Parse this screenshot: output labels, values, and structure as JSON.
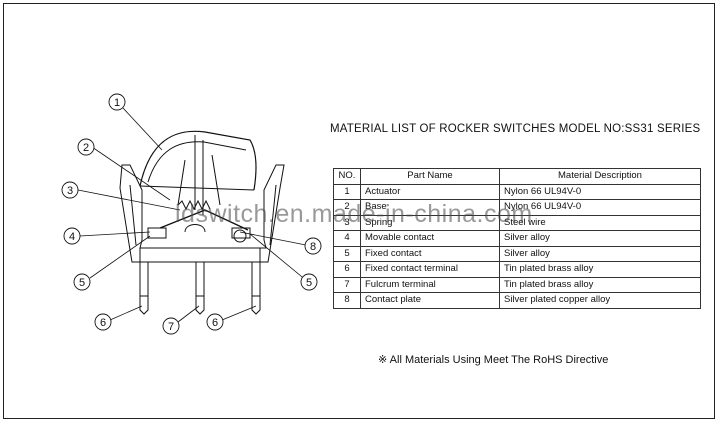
{
  "title": "MATERIAL LIST OF ROCKER SWITCHES MODEL NO:SS31 SERIES",
  "table": {
    "headers": [
      "NO.",
      "Part Name",
      "Material Description"
    ],
    "rows": [
      {
        "no": "1",
        "part": "Actuator",
        "material": "Nylon 66  UL94V-0"
      },
      {
        "no": "2",
        "part": "Base",
        "material": "Nylon 66  UL94V-0"
      },
      {
        "no": "3",
        "part": "Spring",
        "material": "Steel wire"
      },
      {
        "no": "4",
        "part": "Movable contact",
        "material": "Silver alloy"
      },
      {
        "no": "5",
        "part": "Fixed contact",
        "material": "Silver alloy"
      },
      {
        "no": "6",
        "part": "Fixed contact terminal",
        "material": "Tin plated brass alloy"
      },
      {
        "no": "7",
        "part": "Fulcrum terminal",
        "material": "Tin plated brass alloy"
      },
      {
        "no": "8",
        "part": "Contact plate",
        "material": "Silver plated copper alloy"
      }
    ]
  },
  "note": "※ All Materials Using Meet The RoHS Directive",
  "watermark": "ldswitch.en.made-in-china.com",
  "callouts": {
    "c1": "1",
    "c2": "2",
    "c3": "3",
    "c4": "4",
    "c5a": "5",
    "c6a": "6",
    "c7": "7",
    "c6b": "6",
    "c5b": "5",
    "c8": "8"
  }
}
